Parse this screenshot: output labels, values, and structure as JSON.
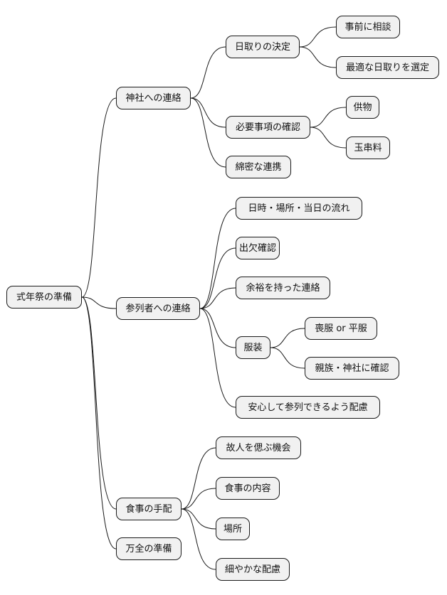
{
  "diagram": {
    "colors": {
      "node_fill": "#f1f1f1",
      "node_border": "#1a1a1a",
      "edge": "#1a1a1a",
      "text": "#111111"
    },
    "root": {
      "label": "式年祭の準備"
    },
    "branches": [
      {
        "label": "神社への連絡",
        "children": [
          {
            "label": "日取りの決定",
            "children": [
              {
                "label": "事前に相談"
              },
              {
                "label": "最適な日取りを選定"
              }
            ]
          },
          {
            "label": "必要事項の確認",
            "children": [
              {
                "label": "供物"
              },
              {
                "label": "玉串料"
              }
            ]
          },
          {
            "label": "綿密な連携"
          }
        ]
      },
      {
        "label": "参列者への連絡",
        "children": [
          {
            "label": "日時・場所・当日の流れ"
          },
          {
            "label": "出欠確認"
          },
          {
            "label": "余裕を持った連絡"
          },
          {
            "label": "服装",
            "children": [
              {
                "label": "喪服 or 平服"
              },
              {
                "label": "親族・神社に確認"
              }
            ]
          },
          {
            "label": "安心して参列できるよう配慮"
          }
        ]
      },
      {
        "label": "食事の手配",
        "children": [
          {
            "label": "故人を偲ぶ機会"
          },
          {
            "label": "食事の内容"
          },
          {
            "label": "場所"
          },
          {
            "label": "細やかな配慮"
          }
        ]
      },
      {
        "label": "万全の準備"
      }
    ]
  }
}
